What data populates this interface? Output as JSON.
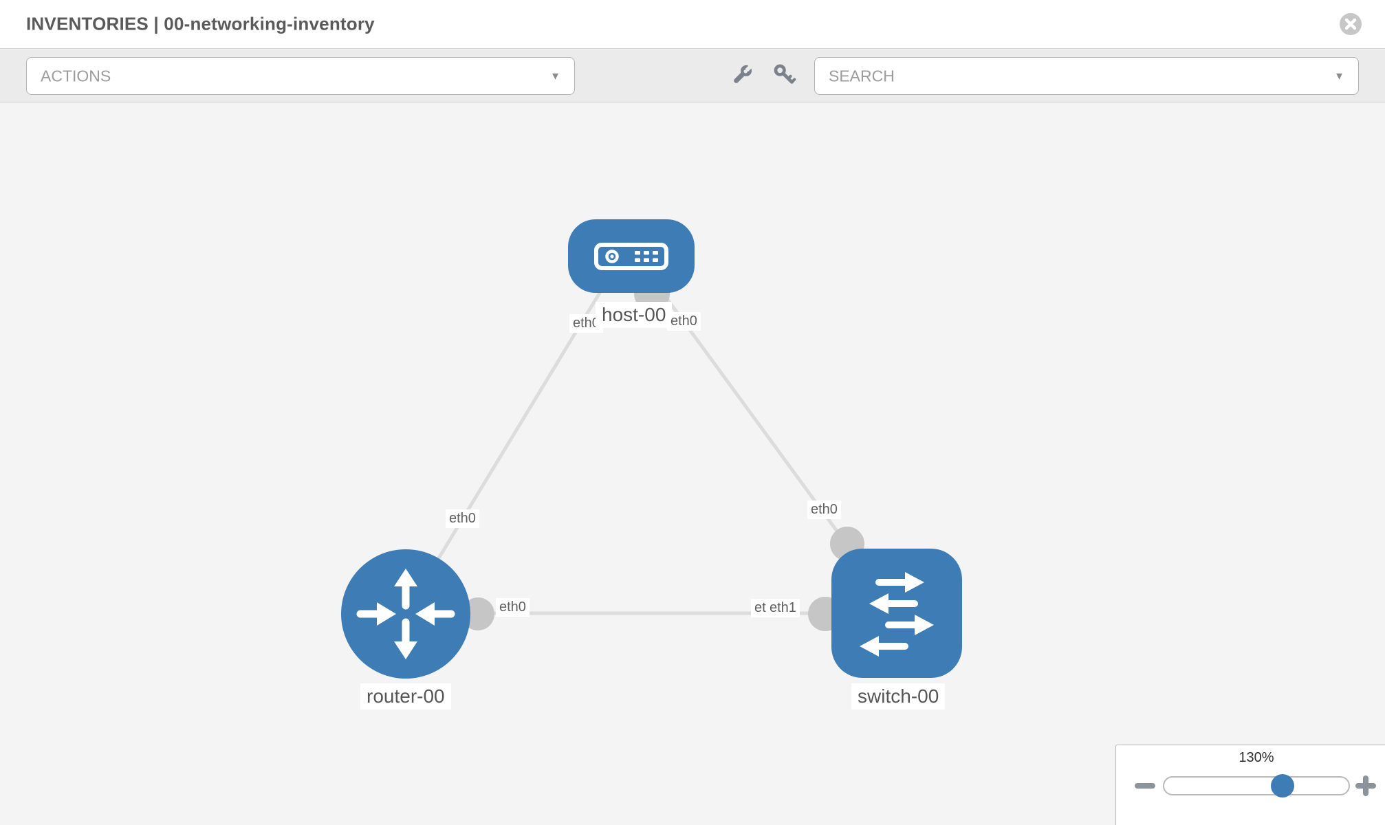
{
  "header": {
    "title": "INVENTORIES | 00-networking-inventory"
  },
  "toolbar": {
    "actions_label": "ACTIONS",
    "search_label": "SEARCH"
  },
  "glyphs": {
    "caret": "▼"
  },
  "icons": {
    "close": "x-in-circle",
    "wrench": "wrench",
    "key": "key",
    "actions_caret": "caret-down",
    "search_caret": "caret-down",
    "zoom_out": "minus",
    "zoom_in": "plus"
  },
  "topology": {
    "nodes": [
      {
        "id": "host-00",
        "type": "host",
        "label": "host-00"
      },
      {
        "id": "router-00",
        "type": "router",
        "label": "router-00"
      },
      {
        "id": "switch-00",
        "type": "switch",
        "label": "switch-00"
      }
    ],
    "links": [
      {
        "from": "host-00",
        "from_port": "eth0",
        "to": "router-00",
        "to_port": "eth0"
      },
      {
        "from": "host-00",
        "from_port": "eth0",
        "to": "switch-00",
        "to_port": "eth0"
      },
      {
        "from": "router-00",
        "from_port": "eth0",
        "to": "switch-00",
        "to_port": "eth1"
      }
    ],
    "overlapped_labels": [
      "eth0",
      "eth1"
    ]
  },
  "zoom_control": {
    "value": "130%"
  },
  "colors": {
    "node_fill": "#3d7cb5",
    "link": "#dcdcdc",
    "port_circle": "#c6c6c6",
    "slider_knob": "#3d7cb5"
  }
}
